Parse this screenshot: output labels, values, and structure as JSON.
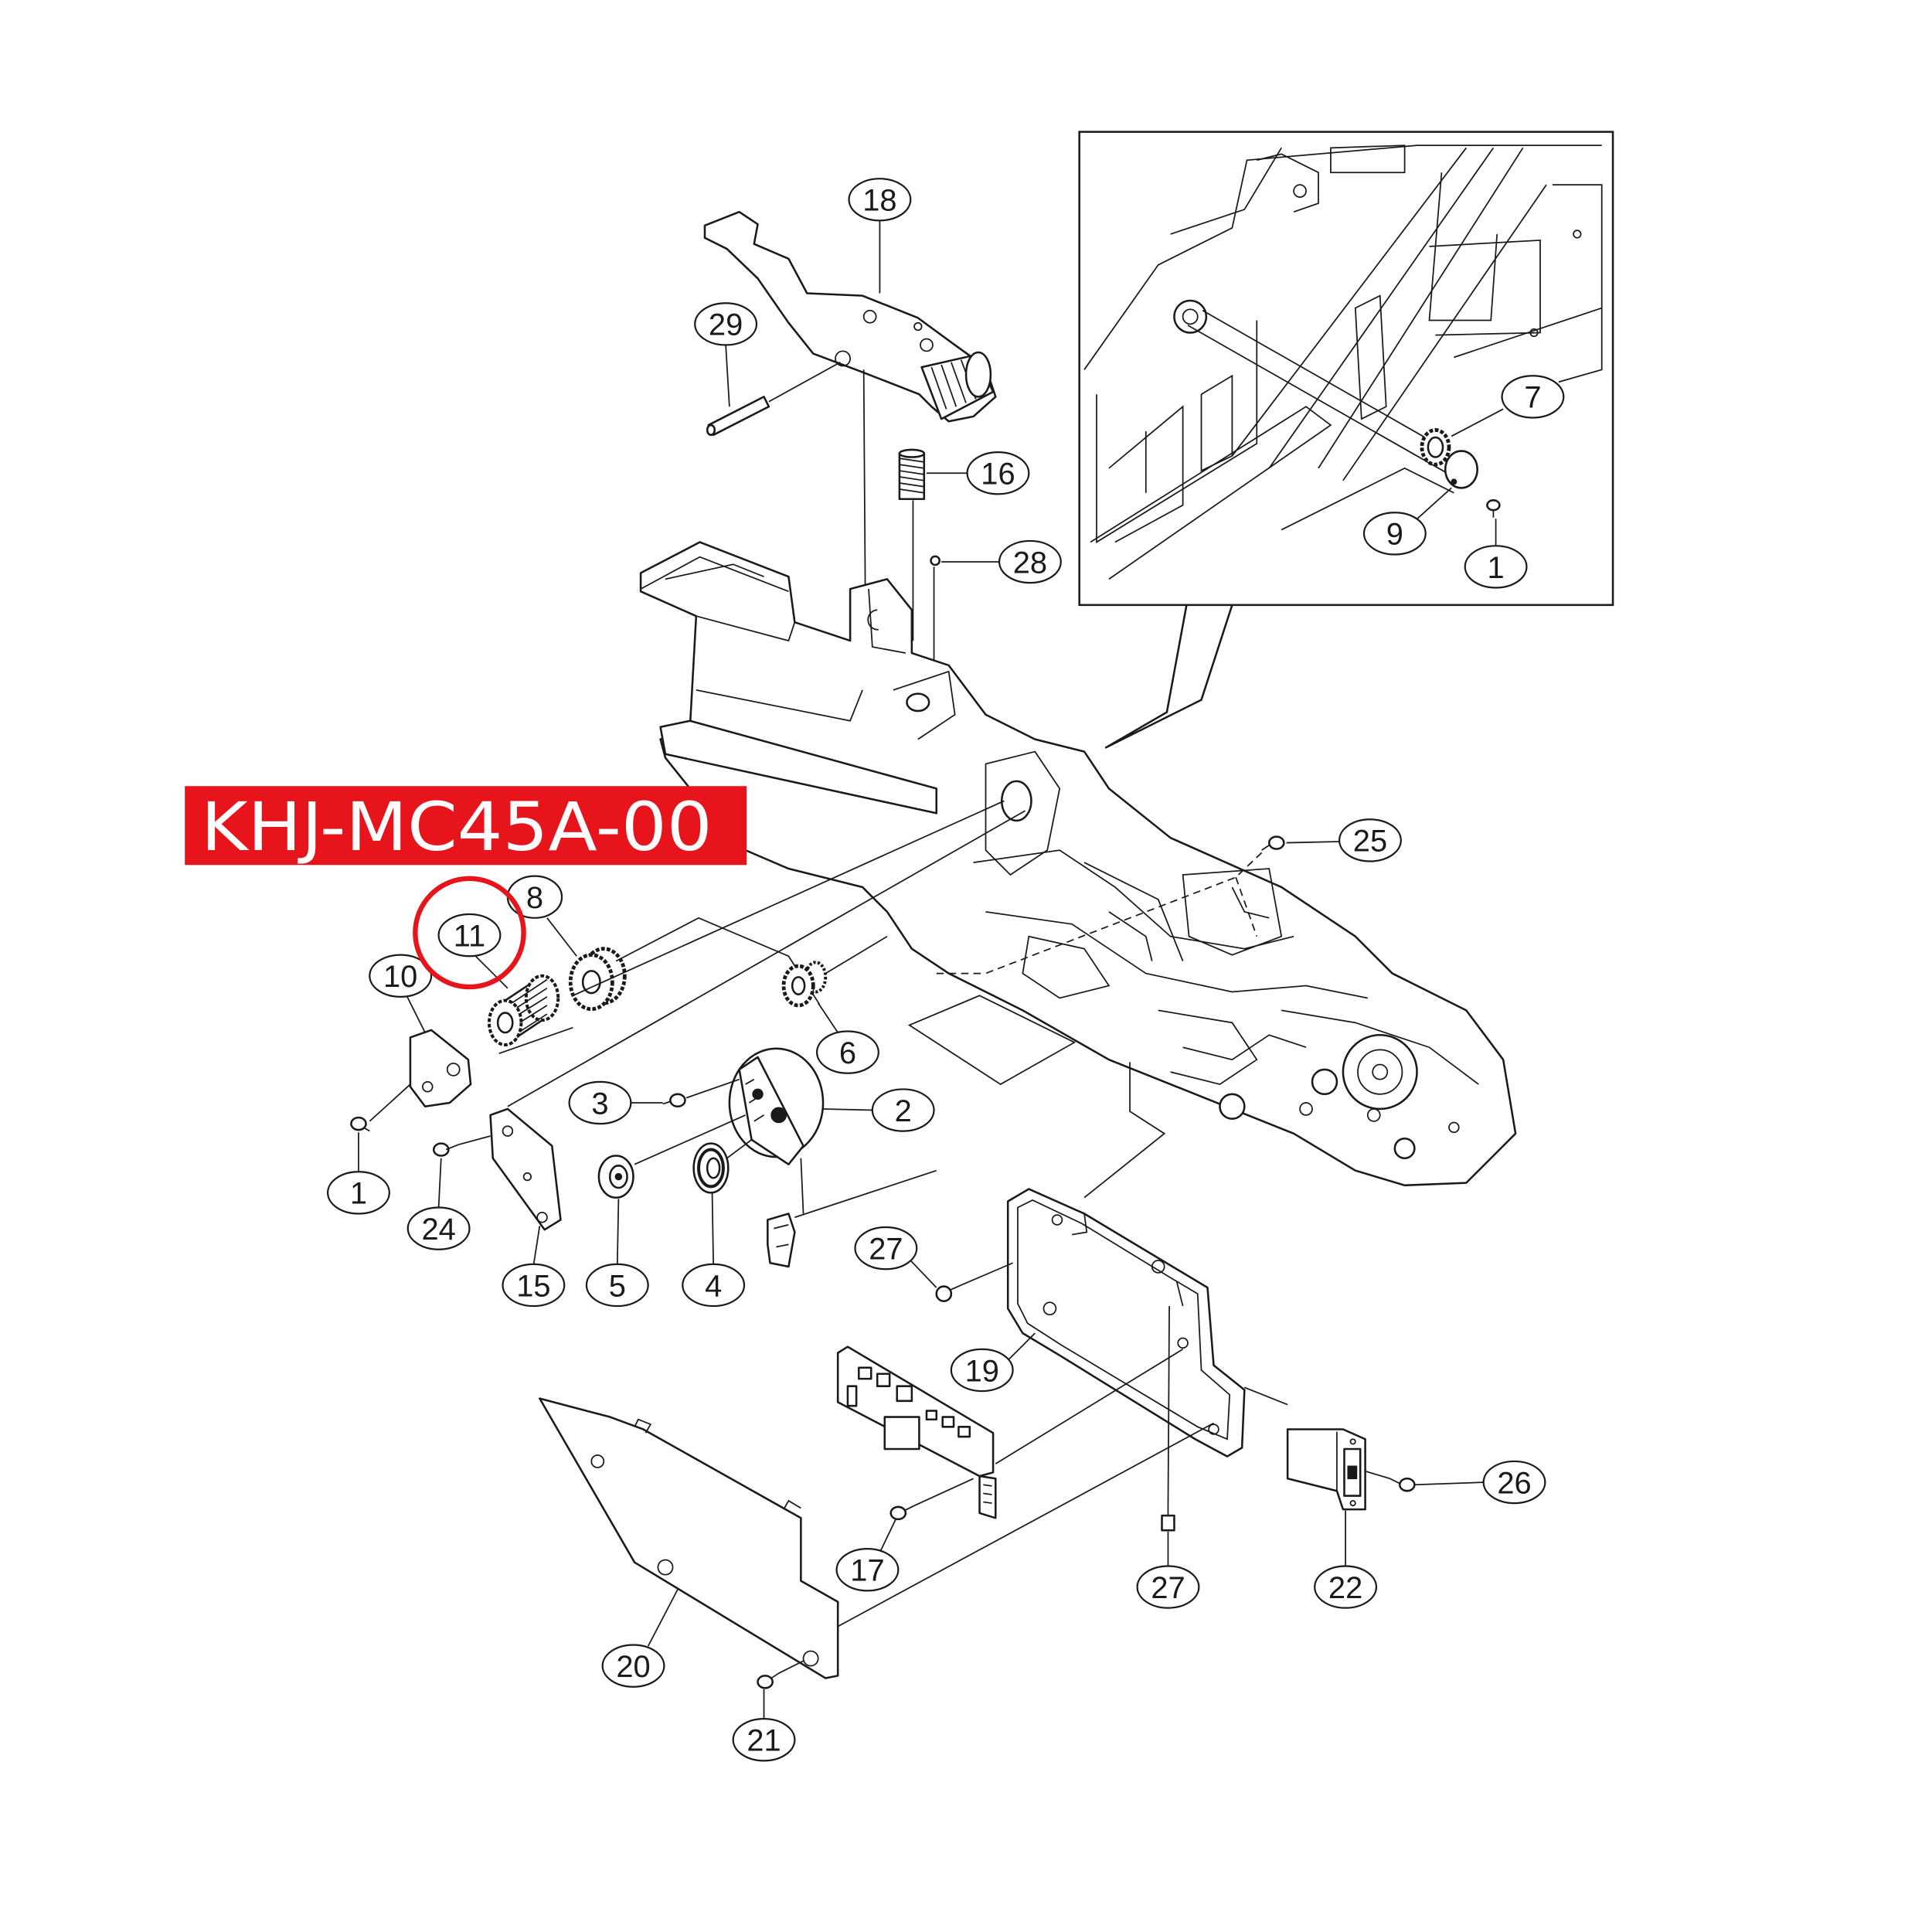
{
  "banner": {
    "text": "KHJ-MC45A-00",
    "background": "#e8141b",
    "text_color": "#ffffff"
  },
  "highlight_color": "#e8141b",
  "callouts": [
    "18",
    "29",
    "16",
    "28",
    "7",
    "9",
    "1",
    "25",
    "8",
    "11",
    "10",
    "6",
    "3",
    "2",
    "1",
    "24",
    "15",
    "5",
    "4",
    "27",
    "19",
    "26",
    "17",
    "27",
    "22",
    "20",
    "21"
  ]
}
